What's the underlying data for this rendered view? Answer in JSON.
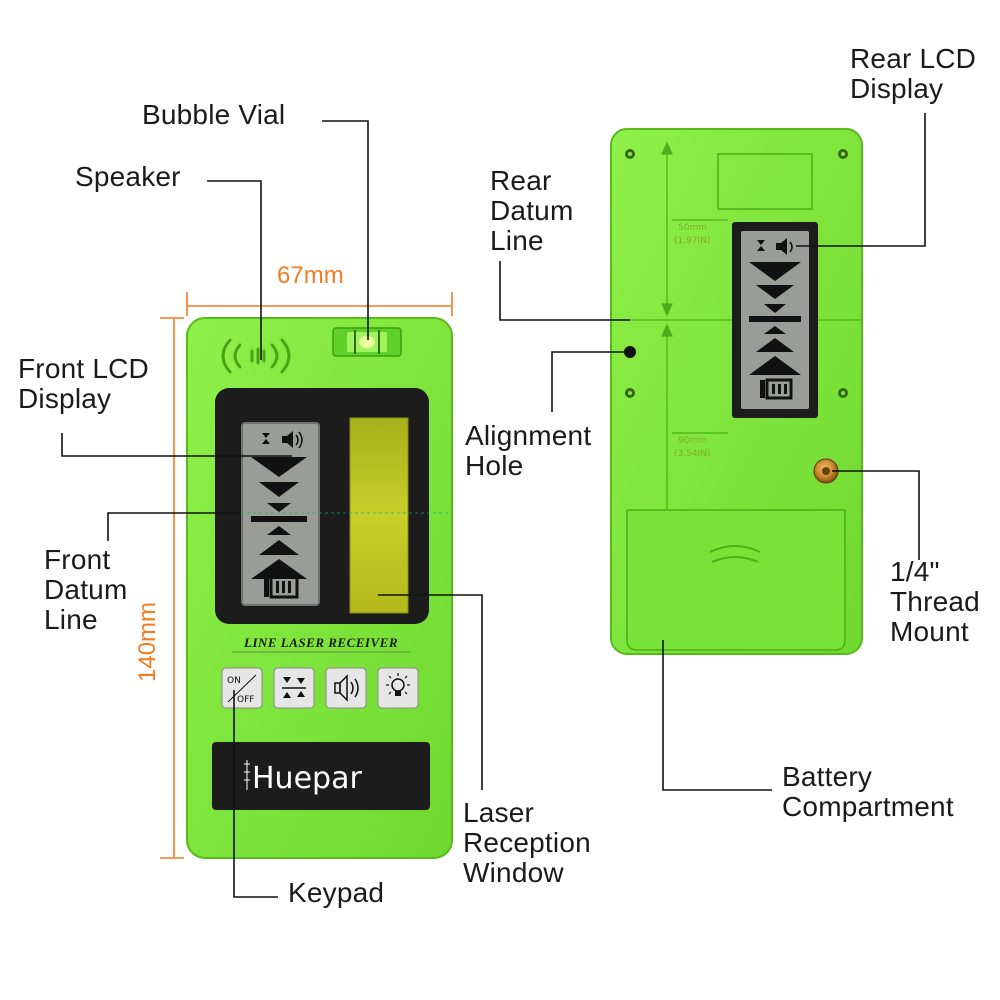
{
  "labels": {
    "rear_lcd_display": "Rear LCD\nDisplay",
    "bubble_vial": "Bubble Vial",
    "speaker": "Speaker",
    "rear_datum_line": "Rear\nDatum\nLine",
    "front_lcd_display": "Front LCD\nDisplay",
    "alignment_hole": "Alignment\nHole",
    "front_datum_line": "Front\nDatum\nLine",
    "thread_mount": "1/4\"\nThread\nMount",
    "battery_compartment": "Battery\nCompartment",
    "laser_reception_window": "Laser\nReception\nWindow",
    "keypad": "Keypad"
  },
  "dimensions": {
    "width": "67mm",
    "height": "140mm"
  },
  "device": {
    "model_text": "LINE LASER RECEIVER",
    "brand": "Huepar",
    "key_on": "ON",
    "key_off": "OFF",
    "rear_mark_upper": "50mm",
    "rear_mark_upper_in": "(1.97IN)",
    "rear_mark_lower": "90mm",
    "rear_mark_lower_in": "(3.54IN)"
  },
  "colors": {
    "body_green": "#7ee83a",
    "body_edge": "#5cc21f",
    "panel_dark": "#1c1c1c",
    "lcd_gray": "#9a9c97",
    "window_yellow": "#b9c41c",
    "dimension_orange": "#f47b20",
    "brass": "#c8862e"
  }
}
